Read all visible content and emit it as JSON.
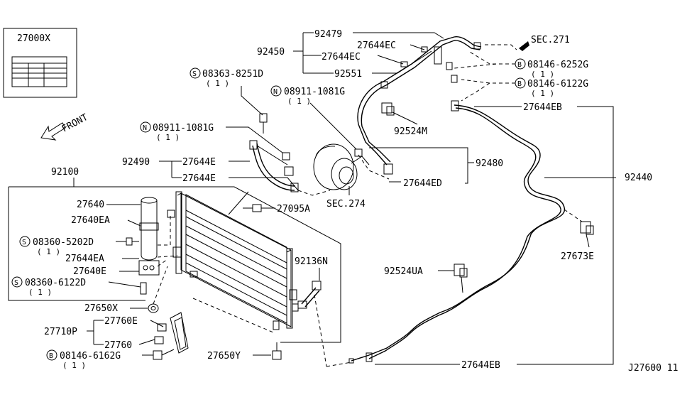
{
  "diagram_id": "J27600 11",
  "front_label": "FRONT",
  "labels": {
    "p27000x": "27000X",
    "p92479": "92479",
    "p92450": "92450",
    "p27644ec_1": "27644EC",
    "p27644ec_2": "27644EC",
    "p92551": "92551",
    "sec271": "SEC.271",
    "b08146_6252g": "08146-6252G",
    "b08146_6252g_qty": "( 1 )",
    "b08146_6122g": "08146-6122G",
    "b08146_6122g_qty": "( 1 )",
    "p27644eb_top": "27644EB",
    "s08363_8251d": "08363-8251D",
    "s08363_8251d_qty": "( 1 )",
    "n08911_1081g_a": "08911-1081G",
    "n08911_1081g_a_qty": "( 1 )",
    "n08911_1081g_b": "08911-1081G",
    "n08911_1081g_b_qty": "( 1 )",
    "p92524m": "92524M",
    "p92490": "92490",
    "p27644e_1": "27644E",
    "p27644e_2": "27644E",
    "p92480": "92480",
    "p27644ed": "27644ED",
    "p92440": "92440",
    "p92100": "92100",
    "p27640": "27640",
    "p27640ea": "27640EA",
    "p27095a": "27095A",
    "sec274": "SEC.274",
    "s08360_5202d": "08360-5202D",
    "s08360_5202d_qty": "( 1 )",
    "p27644ea": "27644EA",
    "p27640e": "27640E",
    "s08360_6122d": "08360-6122D",
    "s08360_6122d_qty": "( 1 )",
    "p92136n": "92136N",
    "p92524ua": "92524UA",
    "p27673e": "27673E",
    "p27650x": "27650X",
    "p27760e": "27760E",
    "p27710p": "27710P",
    "p27760": "27760",
    "b08146_6162g": "08146-6162G",
    "b08146_6162g_qty": "( 1 )",
    "p27650y": "27650Y",
    "p27644eb_bottom": "27644EB"
  },
  "circle_letters": {
    "s": "S",
    "n": "N",
    "b": "B"
  }
}
